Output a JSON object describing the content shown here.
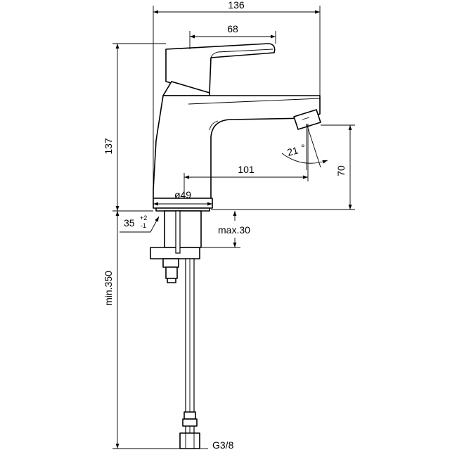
{
  "drawing": {
    "dimensions": {
      "overall_width": "136",
      "handle_length": "68",
      "overall_height": "137",
      "spout_reach": "101",
      "spout_height": "70",
      "base_diameter": "ø49",
      "mount_angle": "35",
      "mount_tol_plus": "+2",
      "mount_tol_minus": "-1",
      "max_deck": "max.30",
      "min_hose": "min.350",
      "thread": "G3/8",
      "spout_angle": "21",
      "spout_angle_unit": "°"
    }
  }
}
